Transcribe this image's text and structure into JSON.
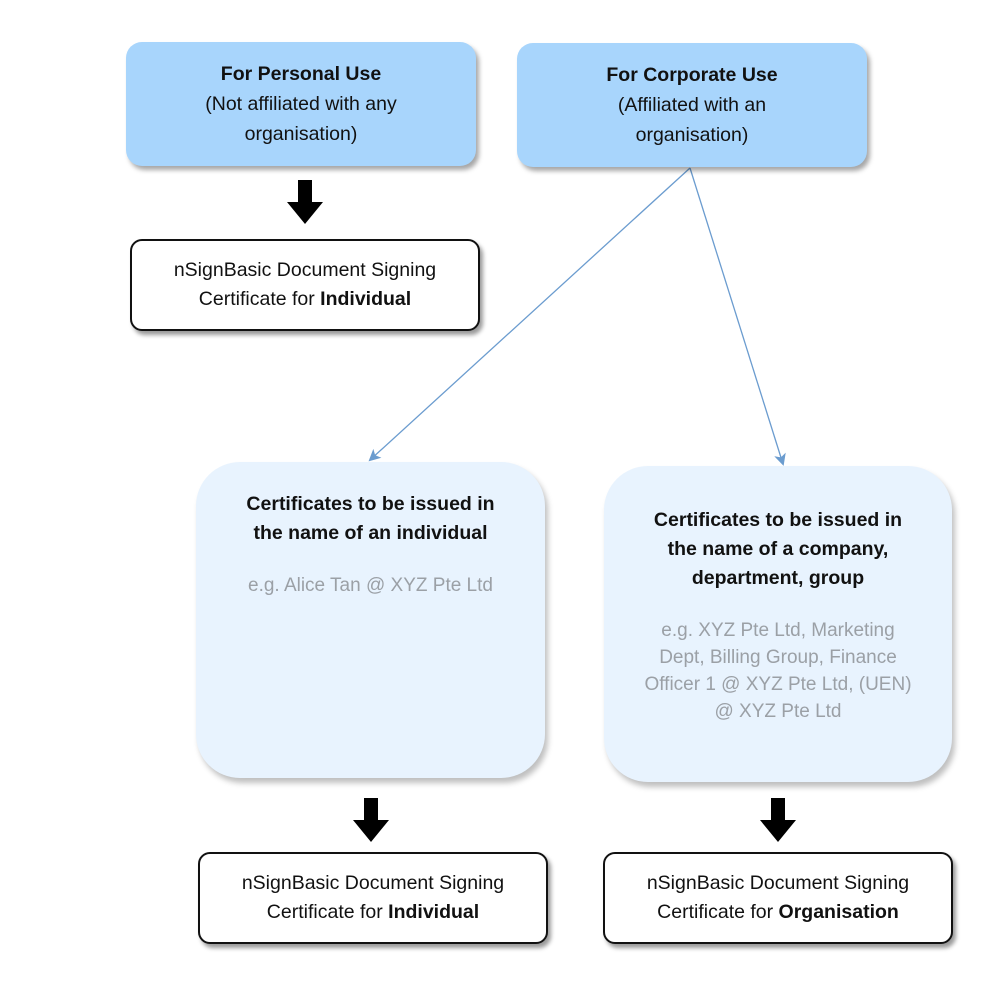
{
  "personal": {
    "title": "For Personal Use",
    "subtitle_line1": "(Not affiliated with any",
    "subtitle_line2": "organisation)"
  },
  "corporate": {
    "title": "For Corporate Use",
    "subtitle_line1": "(Affiliated with an",
    "subtitle_line2": "organisation)"
  },
  "cert_individual_top": {
    "line1": "nSignBasic Document Signing",
    "line2_prefix": "Certificate for ",
    "line2_bold": "Individual"
  },
  "individual_name": {
    "heading_line1": "Certificates to be issued in",
    "heading_line2": "the name of an individual",
    "example": "e.g. Alice Tan @ XYZ Pte Ltd"
  },
  "company_name": {
    "heading_line1": "Certificates to be issued in",
    "heading_line2": "the name of a company,",
    "heading_line3": "department, group",
    "example_line1": "e.g. XYZ Pte Ltd, Marketing",
    "example_line2": "Dept, Billing Group, Finance",
    "example_line3": "Officer 1 @ XYZ Pte Ltd, (UEN)",
    "example_line4": "@ XYZ Pte Ltd"
  },
  "cert_individual_bottom": {
    "line1": "nSignBasic Document Signing",
    "line2_prefix": "Certificate for ",
    "line2_bold": "Individual"
  },
  "cert_organisation": {
    "line1": "nSignBasic Document Signing",
    "line2_prefix": "Certificate for ",
    "line2_bold": "Organisation"
  },
  "colors": {
    "top_box_fill": "#a8d5fc",
    "mid_box_fill": "#e8f3fe",
    "connector_line": "#6b9ccf",
    "example_text": "#9ba0a6",
    "arrow": "#000000"
  }
}
